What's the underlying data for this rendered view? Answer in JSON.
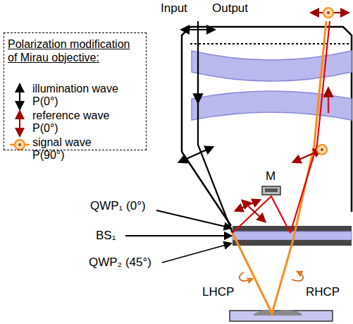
{
  "diagram": {
    "nodes": [
      {
        "text": [
          "Polarization modification of Mirau objective:"
        ]
      }
    ],
    "labels": [
      "Input",
      "Output",
      "M",
      "QWP₁ (0°)",
      "BS₁",
      "QWP₂ (45°)",
      "LHCP",
      "RHCP"
    ],
    "legend": [
      {
        "text": "illumination wave P(0°)"
      },
      {
        "text": "reference wave P(0°)"
      },
      {
        "text": "signal wave P(90°)"
      }
    ]
  }
}
